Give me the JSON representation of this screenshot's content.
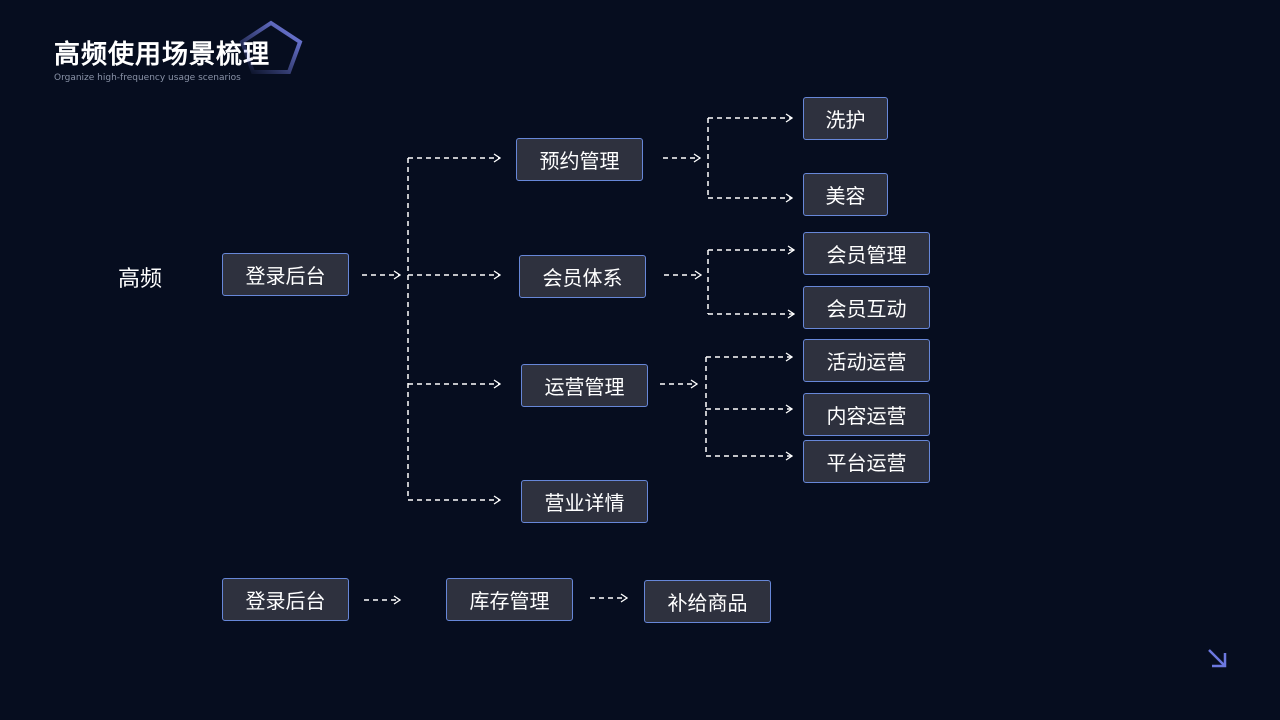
{
  "header": {
    "title": "高频使用场景梳理",
    "subtitle": "Organize high-frequency usage scenarios"
  },
  "flow1": {
    "label": "高频",
    "root": "登录后台",
    "branches": [
      "预约管理",
      "会员体系",
      "运营管理",
      "营业详情"
    ],
    "leaves": {
      "booking": [
        "洗护",
        "美容"
      ],
      "member": [
        "会员管理",
        "会员互动"
      ],
      "ops": [
        "活动运营",
        "内容运营",
        "平台运营"
      ]
    }
  },
  "flow2": {
    "steps": [
      "登录后台",
      "库存管理",
      "补给商品"
    ]
  },
  "colors": {
    "background": "#060d1f",
    "box_fill": "#2e313e",
    "box_border": "#6787d8",
    "accent": "#6c78e0"
  }
}
